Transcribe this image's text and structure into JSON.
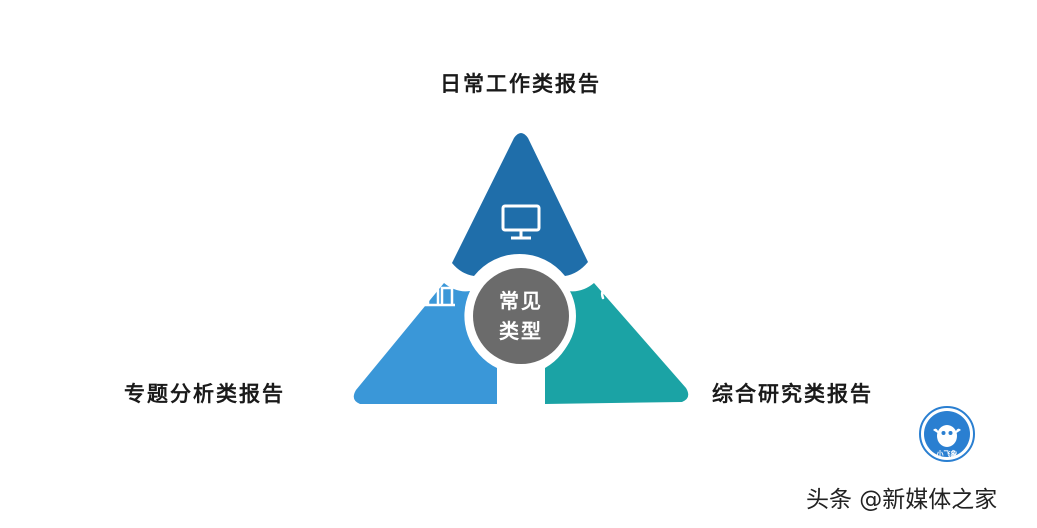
{
  "segments": {
    "top": {
      "label": "日常工作类报告",
      "color": "#1f6eaa",
      "icon": "monitor-icon"
    },
    "left": {
      "label": "专题分析类报告",
      "color": "#3a97d8",
      "icon": "building-icon"
    },
    "right": {
      "label": "综合研究类报告",
      "color": "#1ba3a5",
      "icon": "wrench-icon"
    }
  },
  "center": {
    "line1": "常见",
    "line2": "类型",
    "color": "#6b6b6b"
  },
  "logo": {
    "text": "小飞象",
    "color": "#2a7fd1"
  },
  "watermark": "头条 @新媒体之家"
}
